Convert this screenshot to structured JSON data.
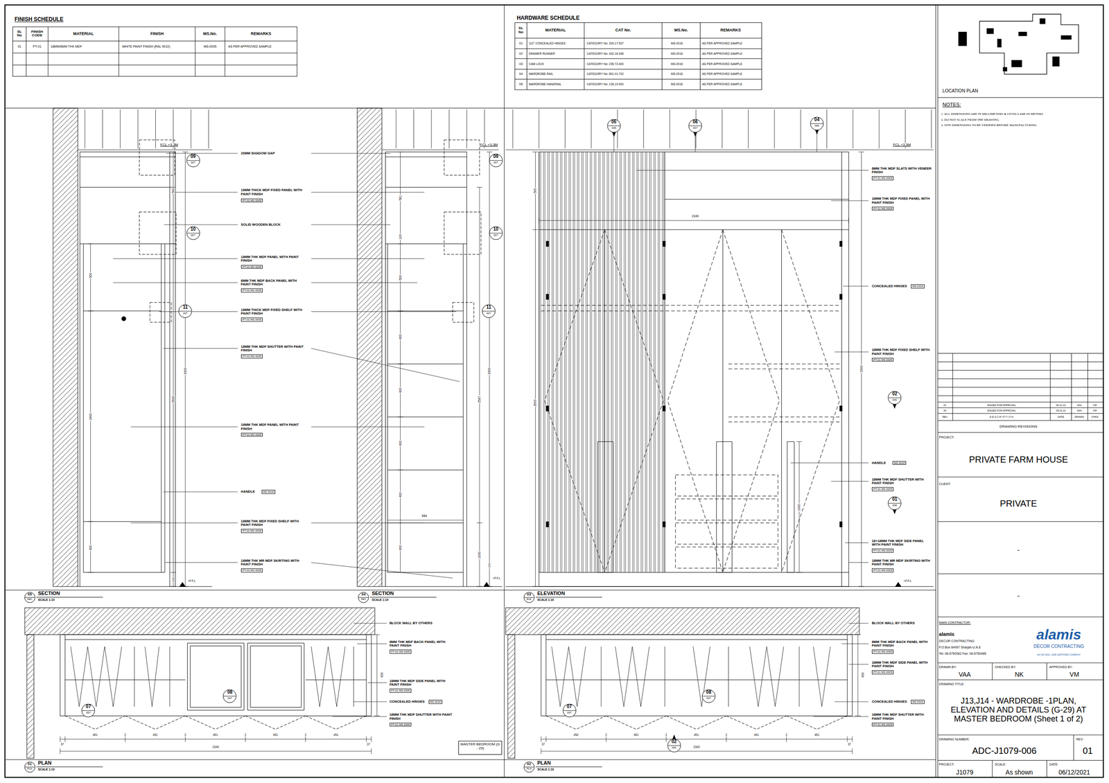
{
  "diagram": {
    "nodes": [
      {
        "text": [
          "09",
          "007"
        ]
      },
      {
        "text": [
          "10",
          "007"
        ]
      },
      {
        "text": [
          "11",
          "007"
        ]
      },
      {
        "text": [
          "09",
          "007"
        ]
      },
      {
        "text": [
          "10",
          "007"
        ]
      },
      {
        "text": [
          "11",
          "007"
        ]
      },
      {
        "text": [
          "05",
          "006"
        ]
      },
      {
        "text": [
          "06",
          "007"
        ]
      },
      {
        "text": [
          "04",
          "006"
        ]
      },
      {
        "text": [
          "02",
          "006"
        ]
      },
      {
        "text": [
          "01",
          "006"
        ]
      },
      {
        "text": [
          "07",
          "007"
        ]
      },
      {
        "text": [
          "08",
          "007"
        ]
      },
      {
        "text": [
          "07",
          "007"
        ]
      },
      {
        "text": [
          "08",
          "007"
        ]
      },
      {
        "text": [
          "02",
          "006"
        ]
      },
      {
        "text": [
          "05",
          "SEC",
          "SECTION",
          "SCALE 1:10"
        ]
      },
      {
        "text": [
          "04",
          "SEC",
          "SECTION",
          "SCALE 1:10"
        ]
      },
      {
        "text": [
          "03",
          "ELE",
          "ELEVATION",
          "SCALE 1:10"
        ]
      },
      {
        "text": [
          "01",
          "PLN",
          "PLAN",
          "SCALE 1:10"
        ]
      },
      {
        "text": [
          "02",
          "PLN",
          "PLAN",
          "SCALE 1:10"
        ]
      },
      {
        "text": [
          "MASTER BEDROOM (G - 29)"
        ]
      }
    ],
    "labels": [
      "FINISH SCHEDULE",
      "SL No",
      "FINISH CODE",
      "MATERIAL",
      "FINISH",
      "MS.No.",
      "REMARKS",
      "01",
      "PT-01",
      "18MM/6MM THK MDF",
      "WHITE PAINT FINISH (RAL 9010)",
      "MS-0005",
      "AS PER APPROVED SAMPLE",
      "HARDWARE SCHEDULE",
      "SL No",
      "MATERIAL",
      "CAT No.",
      "MS.No.",
      "REMARKS",
      "01",
      "110° CONCEALED HINGES",
      "CATEGORY No: 329.17.507",
      "MS-0016",
      "AS PER APPROVED SAMPLE",
      "02",
      "DRAWER RUNNER",
      "CATEGORY No: 432.16.945",
      "MS-0016",
      "AS PER APPROVED SAMPLE",
      "03",
      "CAM LOCK",
      "CATEGORY No: 235.72.400",
      "MS-0016",
      "AS PER APPROVED SAMPLE",
      "04",
      "WARDROBE RAIL",
      "CATEGORY No: 801.01.702",
      "MS-0016",
      "AS PER APPROVED SAMPLE",
      "05",
      "WARDROBE HANDRAIL",
      "CATEGORY No: 126.19.900",
      "MS-0016",
      "AS PER APPROVED SAMPLE",
      "LOCATION PLAN",
      "NOTES:",
      "1. ALL DIMENSIONS ARE IN MILLIMETERS & LEVELS ARE IN METERS",
      "2. DO NOT SCALE FROM THE DRAWING",
      "3. SITE DIMENSIONS TO BE VERIFIED BEFORE MANUFACTURING",
      "01",
      "ISSUED FOR APPROVAL",
      "06-12-21",
      "VAA",
      "VM",
      "00",
      "ISSUED FOR APPROVAL",
      "29-11-21",
      "VAA",
      "VM",
      "REV",
      "D E S C R I P T I O N",
      "DATE",
      "DRAWN",
      "CHKD",
      "DRAWING REVISIONS",
      "PROJECT:",
      "PRIVATE FARM HOUSE",
      "CLIENT:",
      "PRIVATE",
      "-",
      "-",
      "MAIN CONTRACTOR:",
      "alamis",
      "DECOR CONTRACTING",
      "P.O.Box 64997 Sharjah-U.A.E",
      "Tel: 06-5750062 Fax: 06-5750465",
      "alamis",
      "DÉCOR CONTRACTING",
      "AN ISO 9001: 2008 CERTIFIED COMPANY",
      "DRAWN BY:",
      "VAA",
      "CHECKED BY:",
      "NK",
      "APPROVED BY:",
      "VM",
      "DRAWING TITLE:",
      "J13,J14 - WARDROBE -1PLAN, ELEVATION AND DETAILS (G-29) AT MASTER BEDROOM (Sheet 1 of 2)",
      "DRAWING NUMBER:",
      "REV:",
      "ADC-J1079-006",
      "01",
      "PROJECT:",
      "J1079",
      "SCALE:",
      "As shown",
      "DATE:",
      "06/12/2021",
      "FCL +3.3M",
      "FCL +3.3M",
      "FCL +3.3M",
      "20MM SHADOW GAP",
      "18MM THICK MDF FIXED PANEL WITH PAINT FINISH",
      "PT-01 MS 0005",
      "SOLID WOODEN BLOCK",
      "18MM THK MDF PANEL WITH PAINT FINISH",
      "PT-01 MS 0005",
      "6MM THK MDF BACK PANEL WITH PAINT FINISH",
      "PT-01 MS 0005",
      "18MM THICK MDF FIXED SHELF WITH PAINT FINISH",
      "PT-01 MS 0005",
      "18MM THK MDF SHUTTER WITH PAINT FINISH",
      "PT-01 MS 0005",
      "18MM THK MDF PANEL WITH PAINT FINISH",
      "PT-01 MS 0005",
      "HANDLE",
      "MS 0016",
      "18MM THK MDF FIXED SHELF WITH PAINT FINISH",
      "PT-01 MS 0005",
      "18MM THK MR MDF SKIRTING WITH PAINT FINISH",
      "PT-01 MS 0005",
      "500",
      "500",
      "2600",
      "3300",
      "1800",
      "400",
      "100",
      "+F.F.L",
      "581",
      "120",
      "500",
      "400",
      "400",
      "400",
      "400",
      "400",
      "3300",
      "2587",
      "1000",
      "584",
      "100",
      "+F.F.L",
      "2340",
      "500",
      "2600",
      "3300",
      "1000",
      "6MM THK MDF SLATS WITH VENEER FINISH",
      "PT-01 MS 0005",
      "18MM THK MDF FIXED PANEL WITH PAINT FINISH",
      "PT-01 MS 0005",
      "CONCEALED HINGES",
      "MS 0016",
      "18MM THK MDF FIXED SHELF WITH PAINT FINISH",
      "PT-01 MS 0005",
      "HANDLE",
      "MS 0016",
      "18MM THK MDF SHUTTER WITH PAINT FINISH",
      "PT-01 MS 0005",
      "18+18MM THK MDF SIDE PANEL WITH PAINT FINISH",
      "PT-01 MS 0005",
      "18MM THK MR MDF SKIRTING WITH PAINT FINISH",
      "PT-01 MS 0005",
      "+F.F.L",
      "BLOCK WALL BY OTHERS",
      "6MM THK MDF BACK PANEL WITH PAINT FINISH",
      "PT-01 MS 0005",
      "18MM THK MDF SIDE PANEL WITH PAINT FINISH",
      "PT-01 MS 0005",
      "CONCEALED HINGES",
      "MS 0016",
      "18MM THK MDF SHUTTER WITH PAINT FINISH",
      "PT-01 MS 0005",
      "37",
      "451",
      "2",
      "451",
      "2",
      "451",
      "2",
      "451",
      "2",
      "451",
      "37",
      "2340",
      "650",
      "BLOCK WALL BY OTHERS",
      "6MM THK MDF BACK PANEL WITH PAINT FINISH",
      "PT-01 MS 0005",
      "18MM THK MDF SIDE PANEL WITH PAINT FINISH",
      "PT-01 MS 0005",
      "CONCEALED HINGES",
      "MS 0016",
      "18MM THK MDF SHUTTER WITH PAINT FINISH",
      "PT-01 MS 0005",
      "37",
      "452",
      "2",
      "451",
      "2",
      "451",
      "2",
      "451",
      "2",
      "451",
      "37",
      "2340",
      "650"
    ]
  }
}
